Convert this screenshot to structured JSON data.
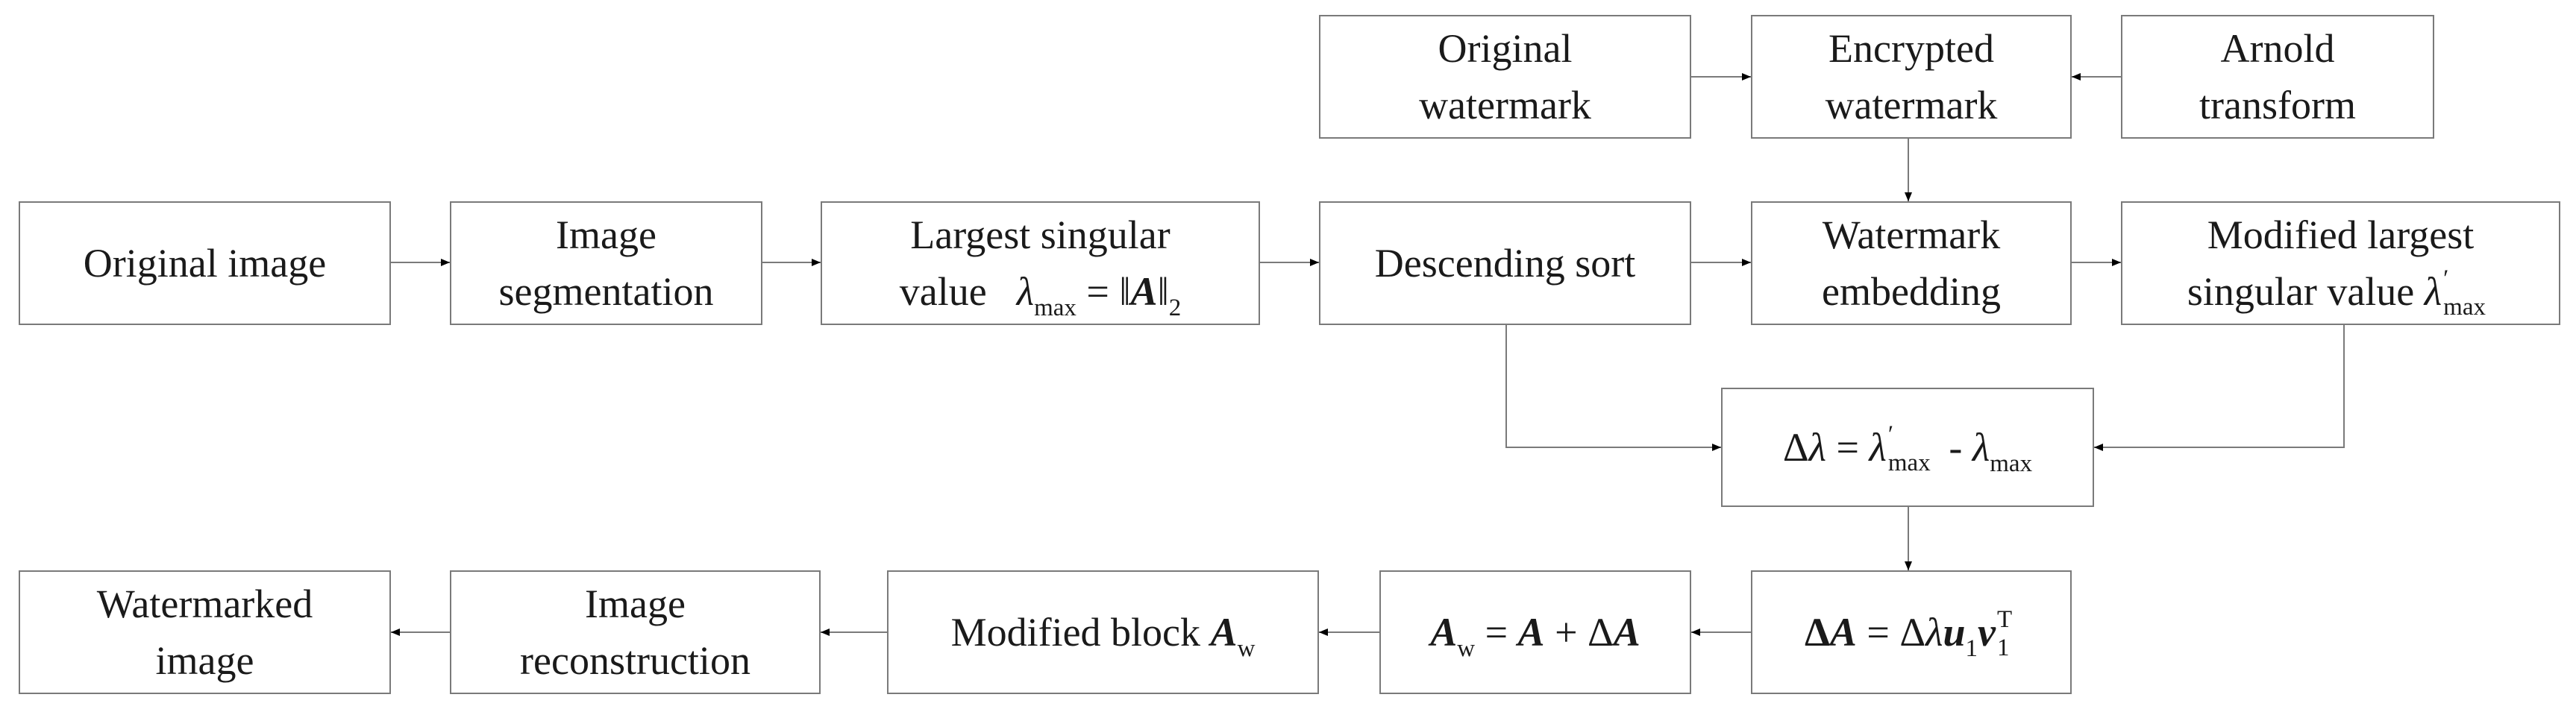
{
  "boxes": {
    "original_watermark": {
      "line1": "Original",
      "line2": "watermark"
    },
    "encrypted_watermark": {
      "line1": "Encrypted",
      "line2": "watermark"
    },
    "arnold_transform": {
      "line1": "Arnold",
      "line2": "transform"
    },
    "original_image": {
      "line1": "Original image"
    },
    "image_segmentation": {
      "line1": "Image",
      "line2": "segmentation"
    },
    "largest_singular_value": {
      "line1": "Largest singular",
      "word": "value",
      "lambda": "λ",
      "lambda_sub": "max",
      "equals": "=",
      "norm_left": "‖",
      "matrix": "A",
      "norm_right": "‖",
      "norm_sub": "2"
    },
    "descending_sort": {
      "line1": "Descending sort"
    },
    "watermark_embedding": {
      "line1": "Watermark",
      "line2": "embedding"
    },
    "modified_largest": {
      "line1": "Modified largest",
      "line2": "singular value",
      "lambda": "λ",
      "prime": "′",
      "sub": "max"
    },
    "delta_lambda": {
      "delta": "Δ",
      "lambda": "λ",
      "equals": "=",
      "lambda2": "λ",
      "prime": "′",
      "sub2": "max",
      "minus": "-",
      "lambda3": "λ",
      "sub3": "max"
    },
    "delta_a": {
      "delta": "Δ",
      "matrix": "A",
      "equals": "=",
      "delta2": "Δ",
      "lambda": "λ",
      "u": "u",
      "u_sub": "1",
      "v": "v",
      "v_sup": "T",
      "v_sub": "1"
    },
    "aw_eq": {
      "matrix": "A",
      "w_sub": "w",
      "equals": "=",
      "matrix2": "A",
      "plus": "+",
      "delta": "Δ",
      "matrix3": "A"
    },
    "modified_block": {
      "text": "Modified block",
      "matrix": "A",
      "w_sub": "w"
    },
    "image_reconstruction": {
      "line1": "Image",
      "line2": "reconstruction"
    },
    "watermarked_image": {
      "line1": "Watermarked",
      "line2": "image"
    }
  },
  "colors": {
    "border": "#7a7a7a",
    "wire": "#7a7a7a",
    "arrowhead": "#000000",
    "text": "#1a1a1a"
  }
}
